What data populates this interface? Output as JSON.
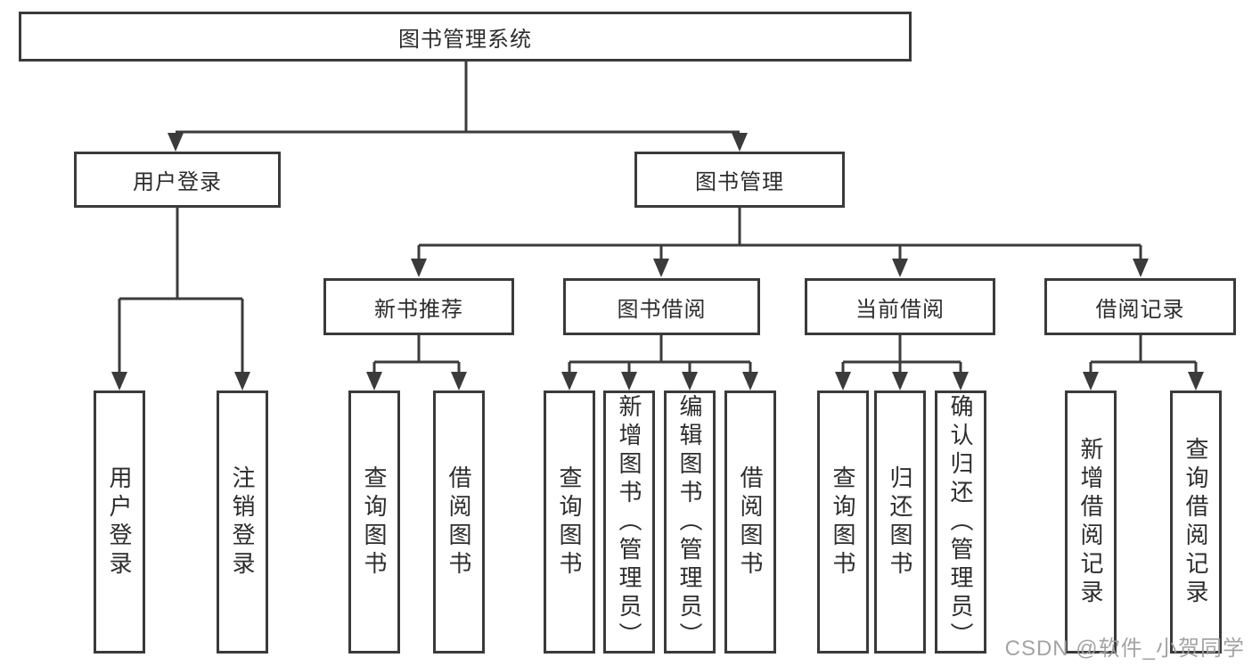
{
  "diagram": {
    "type": "hierarchy-tree",
    "root": {
      "label": "图书管理系统"
    },
    "branches": [
      {
        "label": "用户登录",
        "children": [
          {
            "label": "用户登录"
          },
          {
            "label": "注销登录"
          }
        ]
      },
      {
        "label": "图书管理",
        "children": [
          {
            "label": "新书推荐",
            "children": [
              {
                "label": "查询图书"
              },
              {
                "label": "借阅图书"
              }
            ]
          },
          {
            "label": "图书借阅",
            "children": [
              {
                "label": "查询图书"
              },
              {
                "label": "新增图书（管理员）"
              },
              {
                "label": "编辑图书（管理员）"
              },
              {
                "label": "借阅图书"
              }
            ]
          },
          {
            "label": "当前借阅",
            "children": [
              {
                "label": "查询图书"
              },
              {
                "label": "归还图书"
              },
              {
                "label": "确认归还（管理员）"
              }
            ]
          },
          {
            "label": "借阅记录",
            "children": [
              {
                "label": "新增借阅记录"
              },
              {
                "label": "查询借阅记录"
              }
            ]
          }
        ]
      }
    ],
    "colors": {
      "line": "#3b3b3b",
      "border": "#3a3a3a",
      "text": "#2d2d2d",
      "background": "#ffffff",
      "watermark": "#9e9e9e"
    }
  },
  "watermark": {
    "text": "CSDN @软件_小贺同学"
  }
}
